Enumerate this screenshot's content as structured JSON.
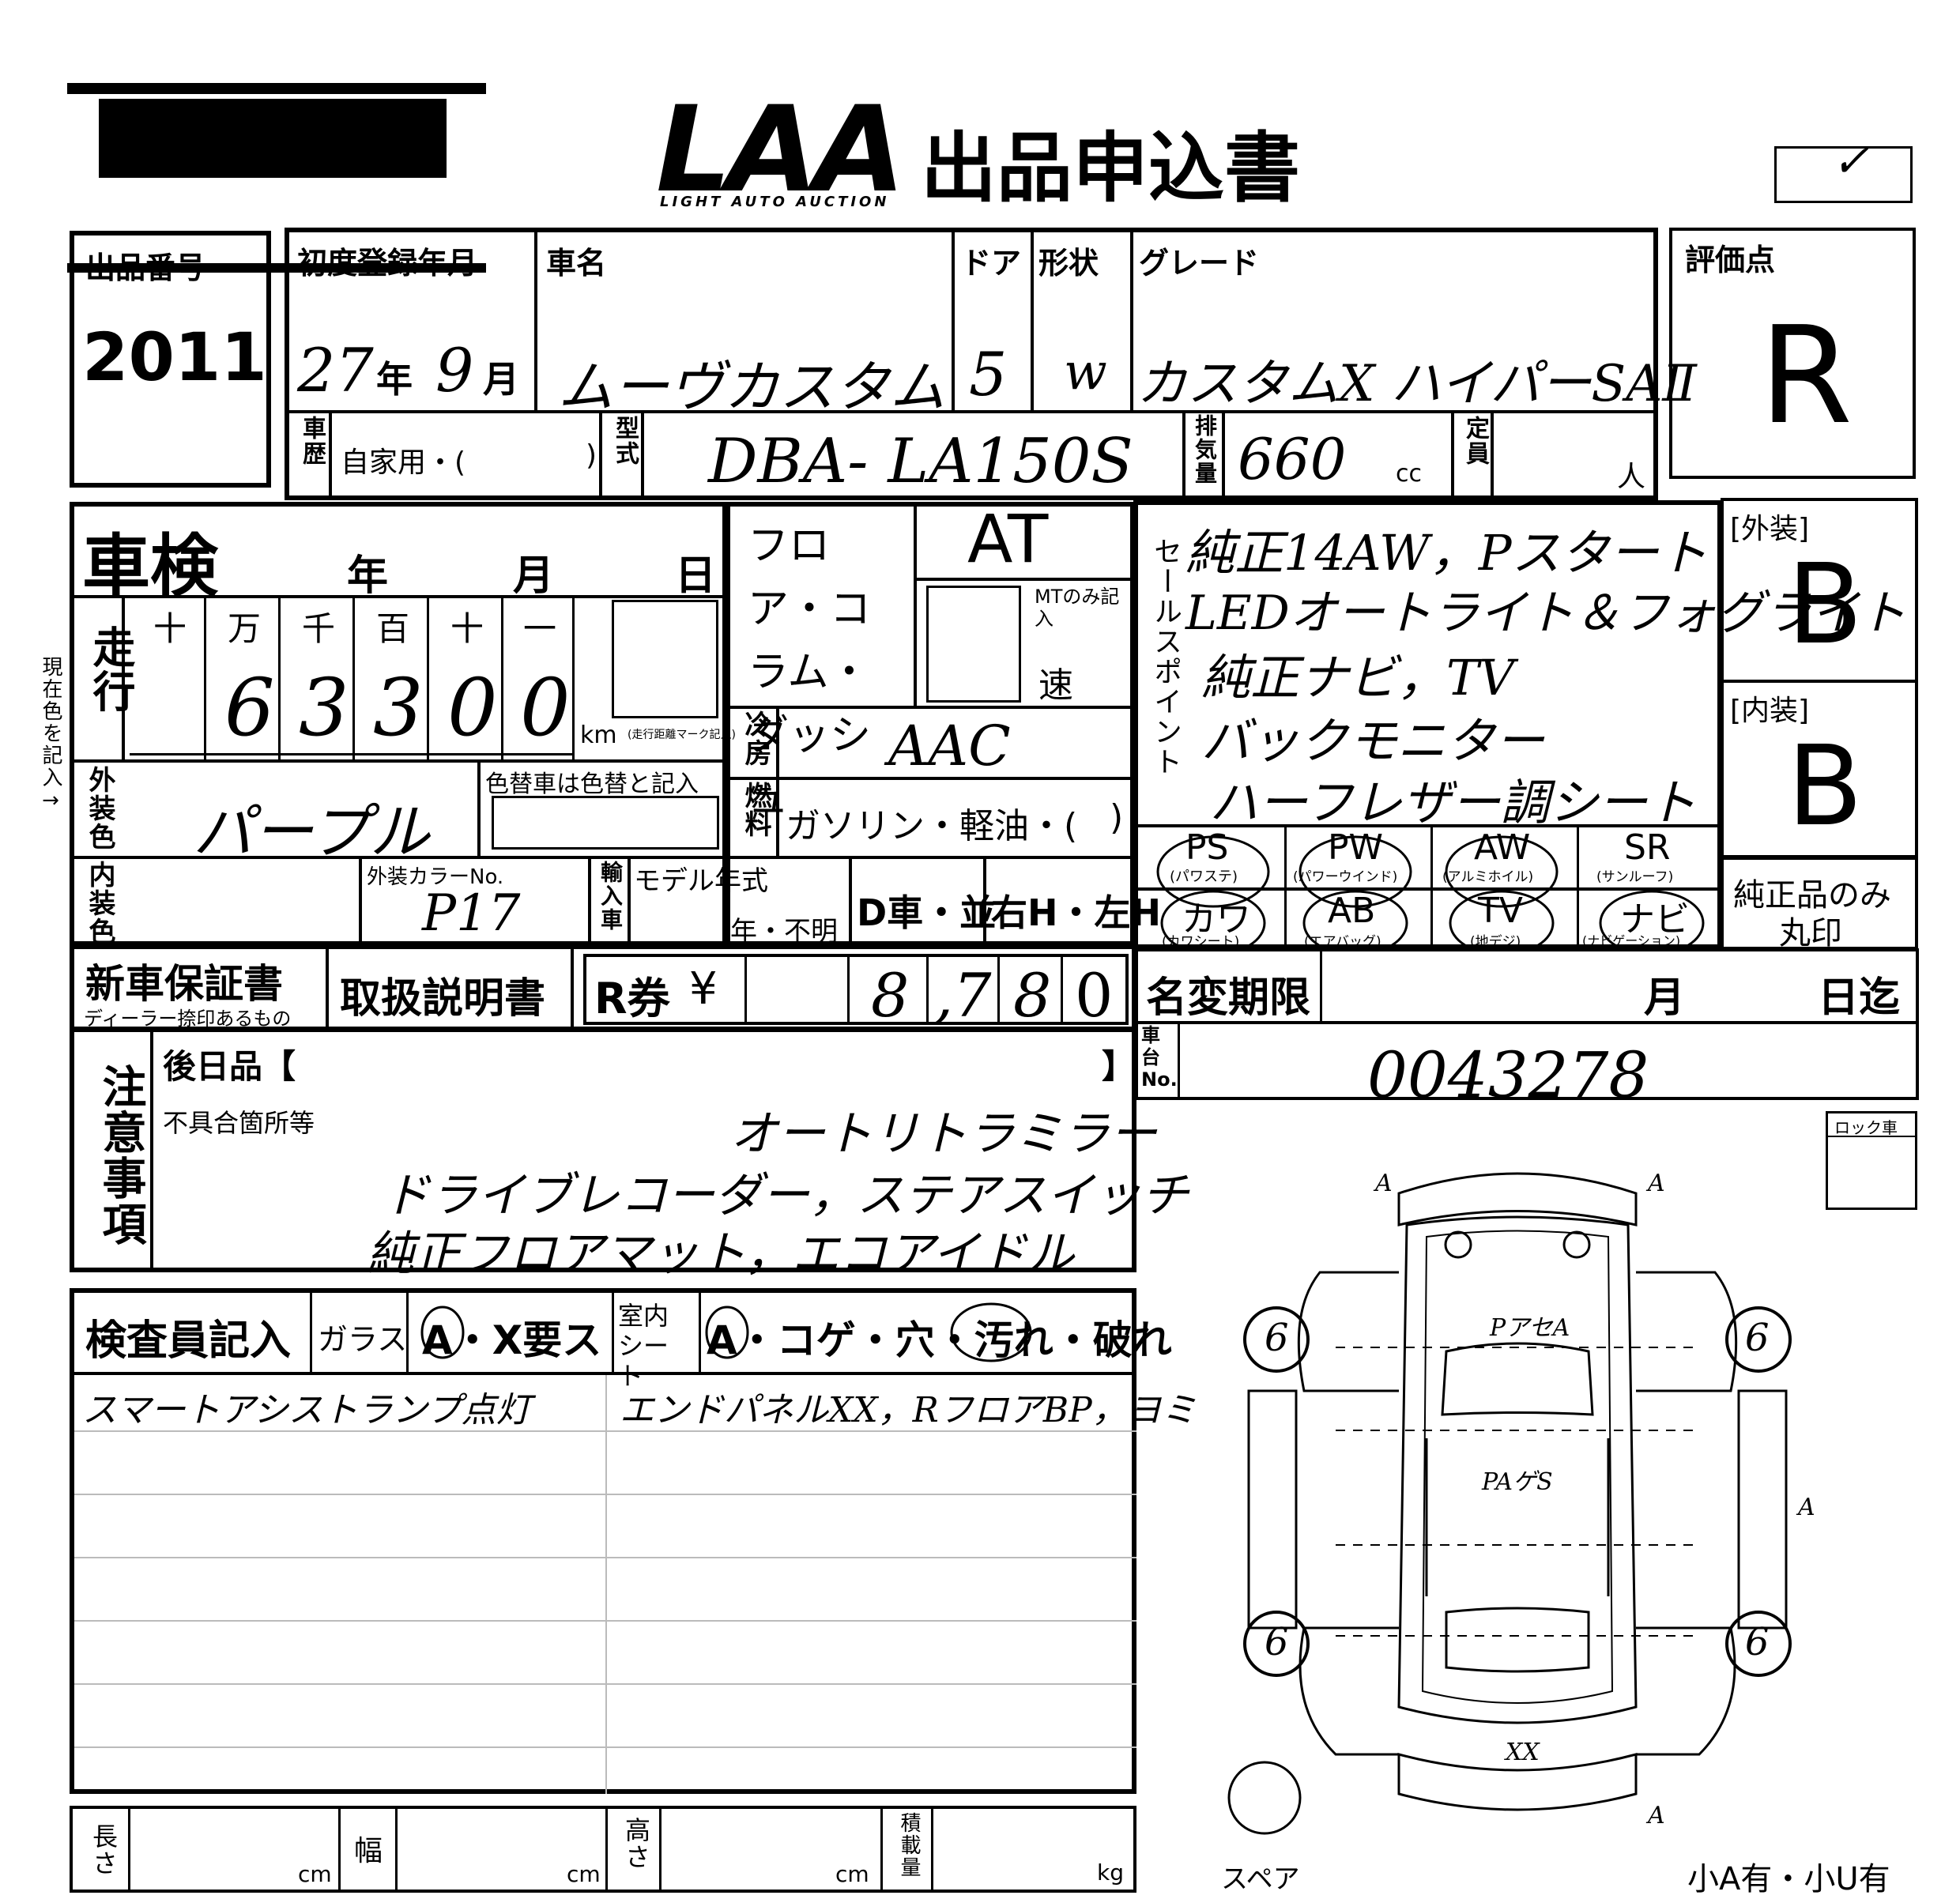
{
  "header": {
    "logo_text": "LAA",
    "logo_sub": "LIGHT AUTO AUCTION",
    "form_title": "出品申込書",
    "checkmark": "✓"
  },
  "lot": {
    "label": "出品番号",
    "value": "2011"
  },
  "registration": {
    "label": "初度登録年月",
    "year": "27",
    "year_unit": "年",
    "month": "9",
    "month_unit": "月"
  },
  "car_name": {
    "label": "車名",
    "value": "ムーヴカスタム"
  },
  "door": {
    "label": "ドア",
    "value": "5"
  },
  "shape": {
    "label": "形状",
    "value": "w"
  },
  "grade": {
    "label": "グレード",
    "value": "カスタムX ハイパーSAⅡ"
  },
  "score": {
    "label": "評価点",
    "value": "R"
  },
  "history": {
    "label": "車歴",
    "value": "自家用・(",
    "close": ")"
  },
  "model": {
    "label": "型式",
    "value": "DBA- LA150S"
  },
  "displacement": {
    "label": "排気量",
    "value": "660",
    "unit": "cc"
  },
  "capacity": {
    "label": "定員",
    "unit": "人"
  },
  "inspection": {
    "label": "車検",
    "year": "年",
    "month": "月",
    "day": "日"
  },
  "mileage": {
    "label": "走行",
    "digit_headers": [
      "十",
      "万",
      "千",
      "百",
      "十",
      "一"
    ],
    "digits": [
      "",
      "6",
      "3",
      "3",
      "0",
      "0"
    ],
    "unit": "km",
    "unit_note": "(走行距離マーク記入)",
    "side_note": "現在色を記入→"
  },
  "transmission": {
    "options": "フロア・コラム・ダッシュ",
    "value": "AT",
    "mt_note": "MTのみ記入",
    "speed": "速"
  },
  "aircon": {
    "label": "冷房",
    "value": "AAC"
  },
  "fuel": {
    "label": "燃料",
    "value": "ガソリン・軽油・(",
    "close": ")"
  },
  "exterior_color": {
    "label": "外装色",
    "value": "パープル",
    "repaint_note": "色替車は色替と記入"
  },
  "interior_color": {
    "label": "内装色",
    "color_no_label": "外装カラーNo.",
    "color_no": "P17"
  },
  "import": {
    "label": "輸入車",
    "model_year_label": "モデル年式",
    "model_year_unit": "年・不明",
    "dealer": "D車・並",
    "handle": "右H・左H"
  },
  "sales_points": {
    "label": "セールスポイント",
    "lines": [
      "純正14AW，Pスタート",
      "LEDオートライト＆フォグライト",
      "純正ナビ，TV",
      "バックモニター",
      "ハーフレザー調シート"
    ]
  },
  "exterior_grade": {
    "label": "[外装]",
    "value": "B"
  },
  "interior_grade": {
    "label": "[内装]",
    "value": "B"
  },
  "equipment": [
    {
      "code": "PS",
      "name": "(パワステ)"
    },
    {
      "code": "PW",
      "name": "(パワーウインド)"
    },
    {
      "code": "AW",
      "name": "(アルミホイル)"
    },
    {
      "code": "SR",
      "name": "(サンルーフ)"
    },
    {
      "code": "カワ",
      "name": "(カワシート)"
    },
    {
      "code": "AB",
      "name": "(エアバッグ)"
    },
    {
      "code": "TV",
      "name": "(地デジ)"
    },
    {
      "code": "ナビ",
      "name": "(ナビゲーション)"
    }
  ],
  "genuine": {
    "line1": "純正品のみ",
    "line2": "丸印"
  },
  "documents": {
    "warranty": "新車保証書",
    "warranty_note": "ディーラー捺印あるもの",
    "manual": "取扱説明書",
    "recycle": "R券",
    "yen": "¥",
    "recycle_digits": [
      "",
      "8",
      ",7",
      "8",
      "0"
    ]
  },
  "name_change": {
    "label": "名変期限",
    "month": "月",
    "day": "日迄"
  },
  "chassis": {
    "label": "車台No.",
    "value": "0043278"
  },
  "notes": {
    "label": "注意事項",
    "later_label": "後日品【",
    "later_close": "】",
    "defects_label": "不具合箇所等",
    "lines": [
      "オートリトラミラー",
      "ドライブレコーダー，ステアスイッチ",
      "純正フロアマット，エコアイドル"
    ]
  },
  "inspector": {
    "label": "検査員記入",
    "glass_label": "ガラス",
    "glass_value": "A・X要ス",
    "seat_label": "室内シート",
    "seat_value": "A・コゲ・穴・汚れ・破れ",
    "note_left": "スマートアシストランプ点灯",
    "note_right": "エンドパネルXX，RフロアBP，ヨミ"
  },
  "dimensions": {
    "length": "長さ",
    "length_unit": "cm",
    "width": "幅",
    "width_unit": "cm",
    "height": "高さ",
    "height_unit": "cm",
    "load": "積載量",
    "load_unit": "kg"
  },
  "diagram": {
    "lock_label": "ロック車",
    "spare": "スペア",
    "footer": "小A有・小U有",
    "tire_marks": [
      "6",
      "6",
      "6",
      "6"
    ],
    "marks": [
      "PアセA",
      "PAゲS",
      "A",
      "A",
      "A",
      "A",
      "XX"
    ]
  }
}
